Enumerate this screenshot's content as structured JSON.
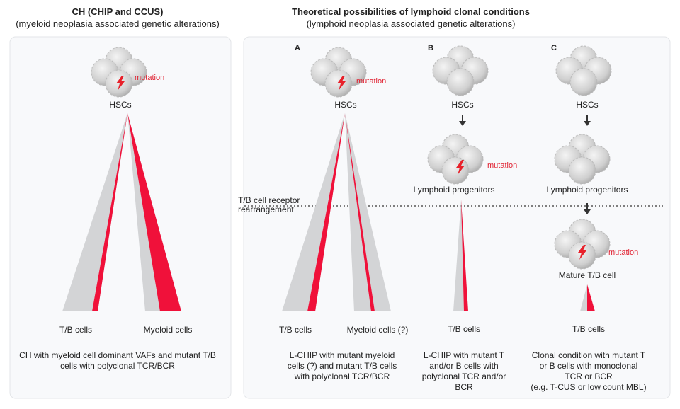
{
  "left": {
    "title": "CH (CHIP and CCUS)",
    "subtitle": "(myeloid neoplasia associated genetic alterations)",
    "mutation_label": "mutation",
    "hsc_label": "HSCs",
    "tb_label": "T/B cells",
    "myeloid_label": "Myeloid cells",
    "description": [
      "CH with myeloid cell dominant VAFs and mutant T/B",
      "cells with polyclonal TCR/BCR"
    ]
  },
  "right": {
    "title": "Theoretical possibilities of lymphoid clonal conditions",
    "subtitle": "(lymphoid neoplasia associated genetic alterations)",
    "receptor_label": [
      "T/B cell receptor",
      "rearrangement"
    ],
    "panel_a": {
      "letter": "A",
      "mutation_label": "mutation",
      "hsc_label": "HSCs",
      "tb_label": "T/B cells",
      "myeloid_label": "Myeloid cells (?)",
      "description": [
        "L-CHIP with mutant myeloid",
        "cells (?) and mutant T/B cells",
        "with polyclonal TCR/BCR"
      ]
    },
    "panel_b": {
      "letter": "B",
      "hsc_label": "HSCs",
      "mutation_label": "mutation",
      "progenitor_label": "Lymphoid progenitors",
      "tb_label": "T/B cells",
      "description": [
        "L-CHIP with mutant T",
        "and/or B cells with",
        "polyclonal TCR and/or",
        "BCR"
      ]
    },
    "panel_c": {
      "letter": "C",
      "hsc_label": "HSCs",
      "progenitor_label": "Lymphoid progenitors",
      "mutation_label": "mutation",
      "mature_label": "Mature T/B cell",
      "tb_label": "T/B cells",
      "description": [
        "Clonal condition with mutant T",
        "or B cells with monoclonal",
        "TCR or BCR",
        "(e.g. T-CUS or low count MBL)"
      ]
    }
  },
  "colors": {
    "mutant": "#f0113a",
    "normal": "#d3d4d6",
    "panel_bg": "#f8f9fb"
  }
}
